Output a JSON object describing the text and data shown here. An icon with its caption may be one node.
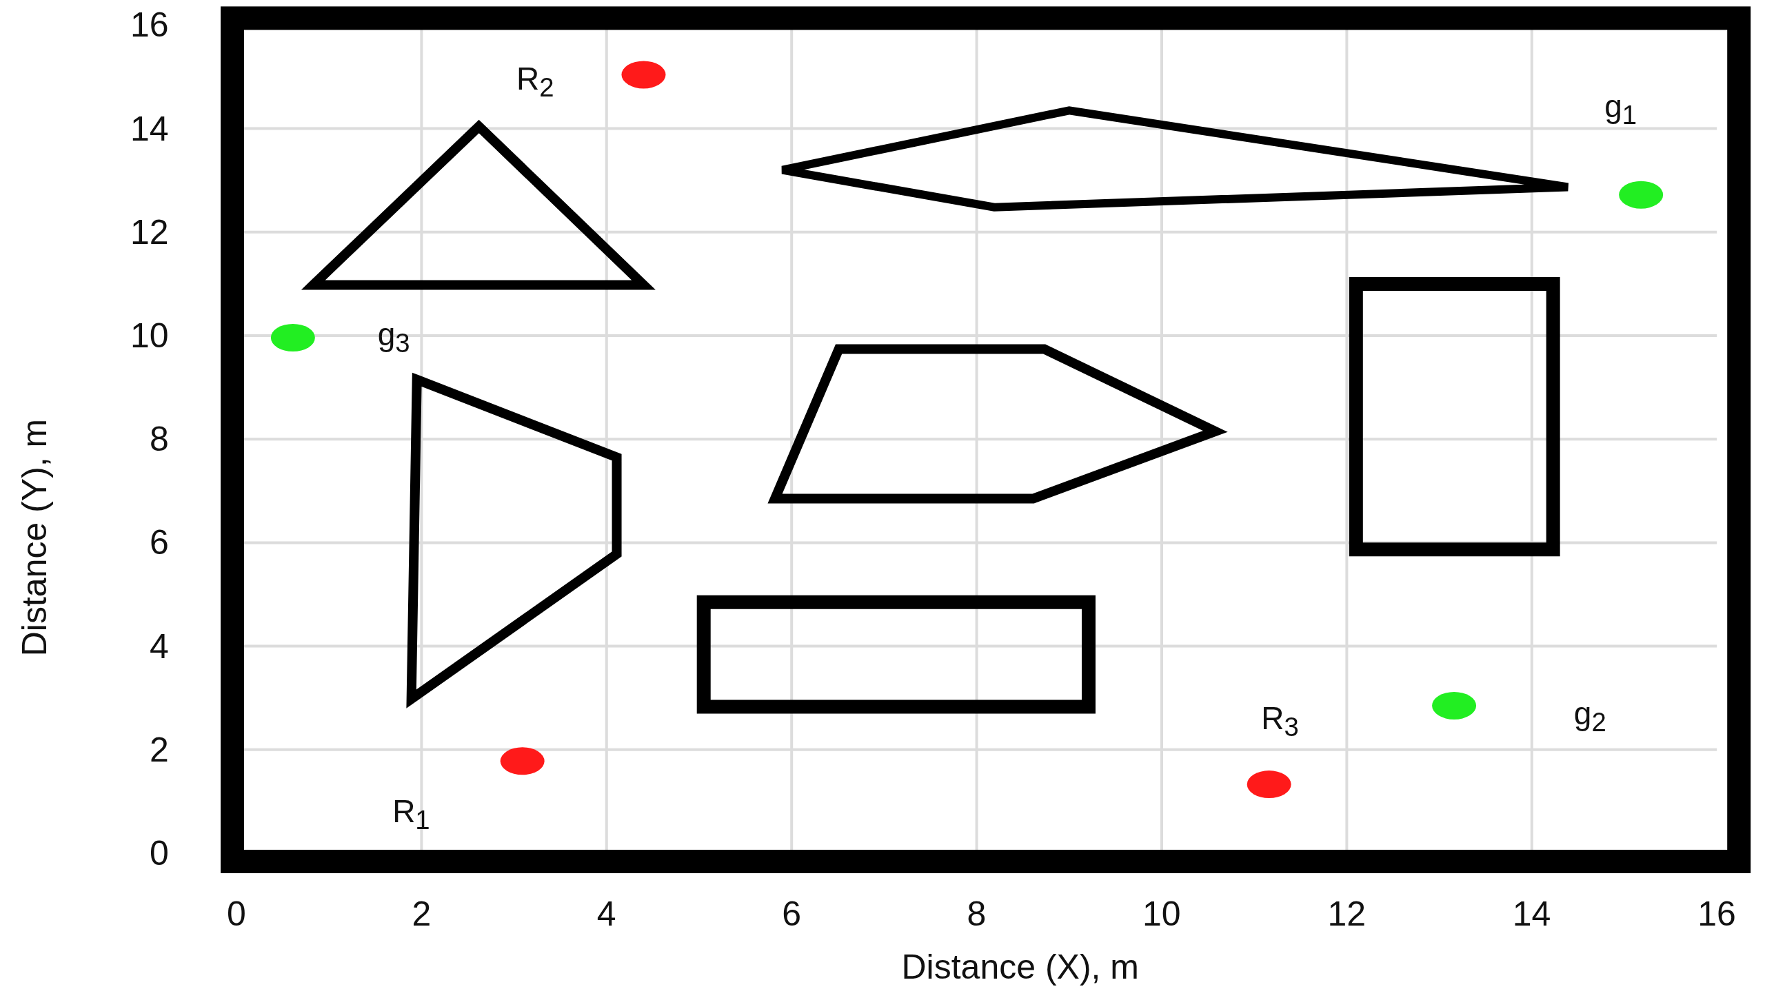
{
  "diagram": {
    "labels": [
      "16",
      "14",
      "12",
      "10",
      "8",
      "6",
      "4",
      "2",
      "0",
      "R$_{2}$",
      "g$_{1}$",
      "g$_{3}$",
      "R$_{3}$",
      "g$_{2}$",
      "R$_{1}$",
      "0",
      "2",
      "4",
      "6",
      "8",
      "10",
      "12",
      "14",
      "16",
      "Distance (X), m",
      "Distance (Y), m"
    ]
  }
}
